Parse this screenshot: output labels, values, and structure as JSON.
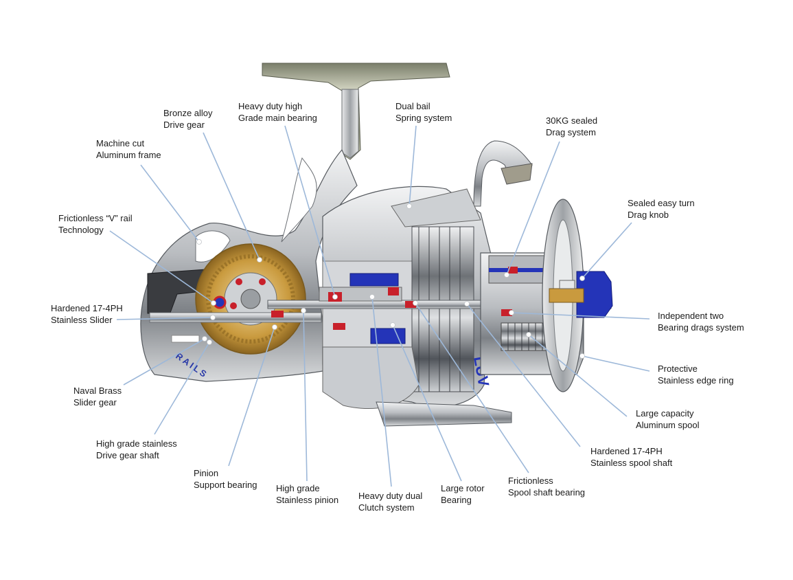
{
  "colors": {
    "leader": "#9db8d9",
    "dot": "#ffffff",
    "metal_light": "#e6e8ea",
    "metal_mid": "#a8acb0",
    "metal_dark": "#5d6166",
    "brass": "#c69a3a",
    "red": "#c8202a",
    "blue": "#2434b8",
    "cut_face": "#8a8e92"
  },
  "reel_markings": {
    "rails": "RAILS",
    "brand": "LUV"
  },
  "callouts": [
    {
      "id": "bronze-gear",
      "line1": "Bronze alloy",
      "line2": "Drive gear"
    },
    {
      "id": "main-bearing",
      "line1": "Heavy duty high",
      "line2": "Grade main bearing"
    },
    {
      "id": "bail-spring",
      "line1": "Dual bail",
      "line2": "Spring system"
    },
    {
      "id": "drag-system",
      "line1": "30KG sealed",
      "line2": "Drag system"
    },
    {
      "id": "frame",
      "line1": "Machine cut",
      "line2": "Aluminum frame"
    },
    {
      "id": "drag-knob",
      "line1": "Sealed easy turn",
      "line2": "Drag knob"
    },
    {
      "id": "v-rail",
      "line1": "Frictionless “V” rail",
      "line2": "Technology"
    },
    {
      "id": "slider",
      "line1": "Hardened 17-4PH",
      "line2": "Stainless Slider"
    },
    {
      "id": "two-bearing-drags",
      "line1": "Independent two",
      "line2": "Bearing drags system"
    },
    {
      "id": "edge-ring",
      "line1": "Protective",
      "line2": "Stainless edge ring"
    },
    {
      "id": "slider-gear",
      "line1": "Naval Brass",
      "line2": "Slider gear"
    },
    {
      "id": "spool",
      "line1": "Large capacity",
      "line2": "Aluminum spool"
    },
    {
      "id": "drive-shaft",
      "line1": "High grade stainless",
      "line2": "Drive gear shaft"
    },
    {
      "id": "spool-shaft",
      "line1": "Hardened 17-4PH",
      "line2": "Stainless spool shaft"
    },
    {
      "id": "pinion-bearing",
      "line1": "Pinion",
      "line2": "Support bearing"
    },
    {
      "id": "pinion",
      "line1": "High grade",
      "line2": "Stainless pinion"
    },
    {
      "id": "clutch",
      "line1": "Heavy duty dual",
      "line2": "Clutch system"
    },
    {
      "id": "rotor-bearing",
      "line1": "Large rotor",
      "line2": "Bearing"
    },
    {
      "id": "spool-shaft-bearing",
      "line1": "Frictionless",
      "line2": "Spool shaft bearing"
    }
  ]
}
